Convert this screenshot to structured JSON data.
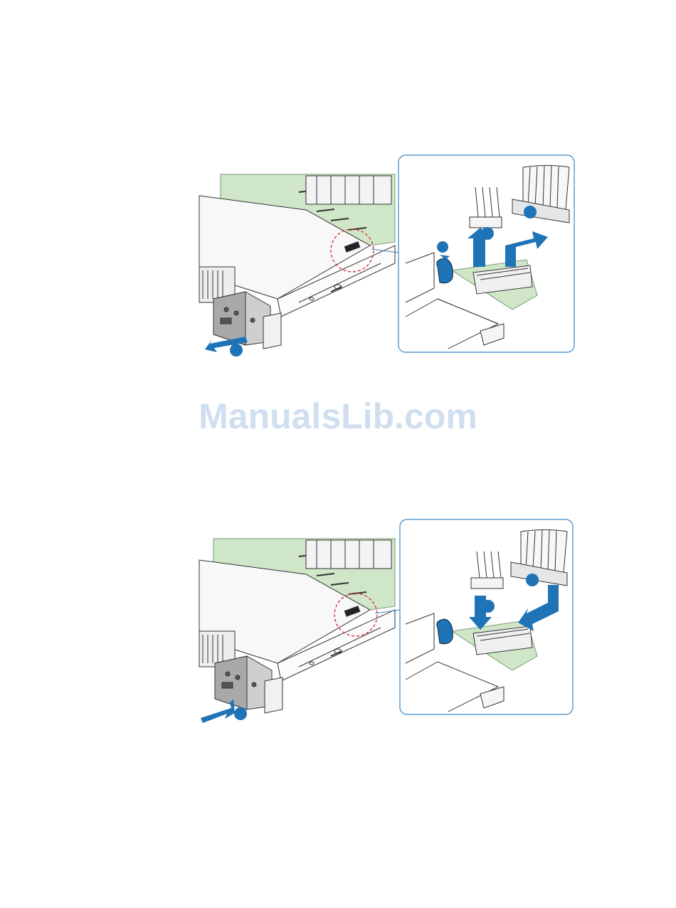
{
  "watermark": {
    "text": "ManualsLib.com"
  },
  "colors": {
    "accent_blue": "#1f73b7",
    "callout_border": "#3a86c8",
    "board_green": "#cfe6c8",
    "highlight_red": "#d9232a",
    "watermark": "#cfdff0"
  },
  "figures": [
    {
      "name": "remove-io-panel",
      "panel_arrow_direction": "out",
      "cable_arrows_direction": "up",
      "callout_markers": 3
    },
    {
      "name": "install-io-panel",
      "panel_arrow_direction": "in",
      "cable_arrows_direction": "down",
      "callout_markers": 3
    }
  ]
}
